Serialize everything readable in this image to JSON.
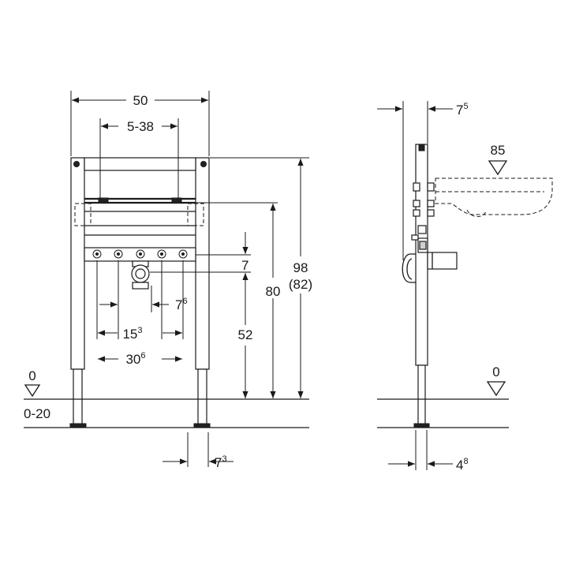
{
  "front": {
    "width": {
      "main": "50"
    },
    "inner": {
      "main": "5-38"
    },
    "d7": {
      "main": "7"
    },
    "d52": {
      "main": "52"
    },
    "d80": {
      "main": "80"
    },
    "d98": {
      "main": "98"
    },
    "d82": {
      "main": "(82)"
    },
    "d76": {
      "main": "7",
      "sup": "6"
    },
    "d153": {
      "main": "15",
      "sup": "3"
    },
    "d306": {
      "main": "30",
      "sup": "6"
    },
    "floor_zero": {
      "main": "0"
    },
    "floor_range": {
      "main": "0-20"
    },
    "d73": {
      "main": "7",
      "sup": "3"
    }
  },
  "side": {
    "d75": {
      "main": "7",
      "sup": "5"
    },
    "level85": {
      "main": "85"
    },
    "floor_zero": {
      "main": "0"
    },
    "d48": {
      "main": "4",
      "sup": "8"
    }
  }
}
